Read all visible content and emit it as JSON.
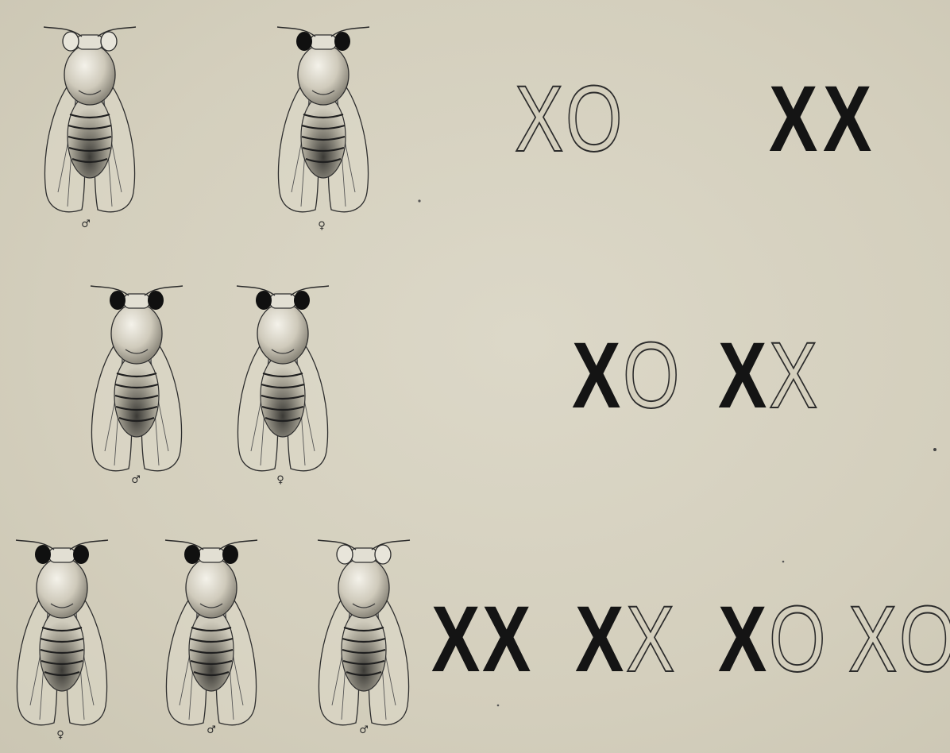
{
  "flies": [
    {
      "id": "p1",
      "sex": "♂",
      "eyes": "white",
      "x": 0,
      "y": 0
    },
    {
      "id": "p2",
      "sex": "♀",
      "eyes": "red",
      "x": 0,
      "y": 0
    },
    {
      "id": "f1a",
      "sex": "♂",
      "eyes": "red",
      "x": 0,
      "y": 0
    },
    {
      "id": "f1b",
      "sex": "♀",
      "eyes": "red",
      "x": 0,
      "y": 0
    },
    {
      "id": "f2a",
      "sex": "♀",
      "eyes": "red",
      "x": 0,
      "y": 0
    },
    {
      "id": "f2b",
      "sex": "♂",
      "eyes": "red",
      "x": 0,
      "y": 0
    },
    {
      "id": "f2c",
      "sex": "♂",
      "eyes": "white",
      "x": 0,
      "y": 0
    }
  ],
  "genotypes": {
    "row1": [
      "XO",
      "XX"
    ],
    "row2": [
      "XO",
      "XX"
    ],
    "row3": [
      "XX",
      "XX",
      "XO",
      "XO"
    ]
  },
  "colors": {
    "paper": "#d6d1c0",
    "ink": "#141414",
    "red_eye_shown_as": "black",
    "white_eye_shown_as": "outline"
  }
}
